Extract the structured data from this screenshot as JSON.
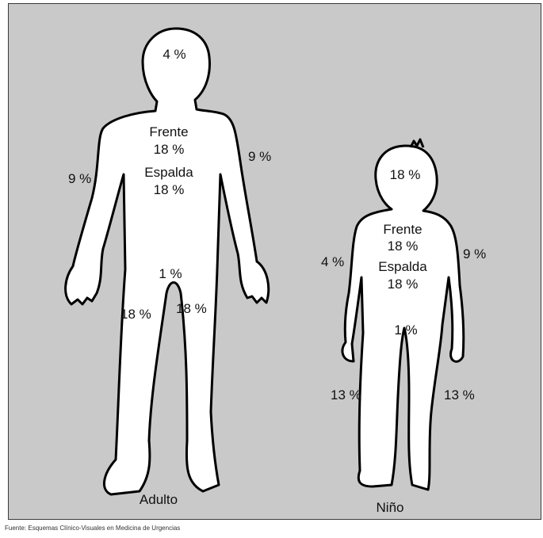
{
  "colors": {
    "panel": "#c9c9c9",
    "figure_fill": "#ffffff",
    "outline": "#000000",
    "text": "#111111"
  },
  "adult": {
    "label": "Adulto",
    "head": "4 %",
    "torso_front_label": "Frente",
    "torso_front_value": "18 %",
    "torso_back_label": "Espalda",
    "torso_back_value": "18 %",
    "left_arm": "9 %",
    "right_arm": "9 %",
    "genitals": "1 %",
    "left_leg": "18 %",
    "right_leg": "18 %"
  },
  "child": {
    "label": "Niño",
    "head": "18 %",
    "torso_front_label": "Frente",
    "torso_front_value": "18 %",
    "torso_back_label": "Espalda",
    "torso_back_value": "18 %",
    "left_arm": "4 %",
    "right_arm": "9 %",
    "genitals": "1 %",
    "left_leg": "13 %",
    "right_leg": "13 %"
  },
  "source": "Fuente: Esquemas Clínico-Visuales en Medicina de Urgencias"
}
